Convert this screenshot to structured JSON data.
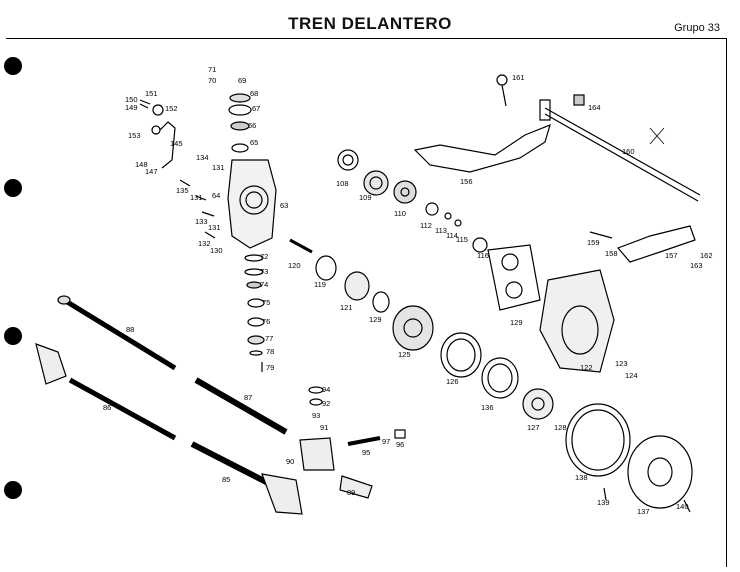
{
  "header": {
    "title": "TREN DELANTERO",
    "group": "Grupo 33"
  },
  "parts": [
    {
      "n": "71"
    },
    {
      "n": "70"
    },
    {
      "n": "69"
    },
    {
      "n": "68"
    },
    {
      "n": "67"
    },
    {
      "n": "66"
    },
    {
      "n": "65"
    },
    {
      "n": "150"
    },
    {
      "n": "151"
    },
    {
      "n": "149"
    },
    {
      "n": "152"
    },
    {
      "n": "153"
    },
    {
      "n": "145"
    },
    {
      "n": "148"
    },
    {
      "n": "147"
    },
    {
      "n": "134"
    },
    {
      "n": "131"
    },
    {
      "n": "135"
    },
    {
      "n": "131"
    },
    {
      "n": "64"
    },
    {
      "n": "133"
    },
    {
      "n": "131"
    },
    {
      "n": "132"
    },
    {
      "n": "130"
    },
    {
      "n": "63"
    },
    {
      "n": "72"
    },
    {
      "n": "73"
    },
    {
      "n": "74"
    },
    {
      "n": "75"
    },
    {
      "n": "76"
    },
    {
      "n": "77"
    },
    {
      "n": "78"
    },
    {
      "n": "79"
    },
    {
      "n": "161"
    },
    {
      "n": "164"
    },
    {
      "n": "160"
    },
    {
      "n": "156"
    },
    {
      "n": "108"
    },
    {
      "n": "109"
    },
    {
      "n": "110"
    },
    {
      "n": "112"
    },
    {
      "n": "113"
    },
    {
      "n": "114"
    },
    {
      "n": "115"
    },
    {
      "n": "116"
    },
    {
      "n": "120"
    },
    {
      "n": "119"
    },
    {
      "n": "121"
    },
    {
      "n": "129"
    },
    {
      "n": "125"
    },
    {
      "n": "129"
    },
    {
      "n": "159"
    },
    {
      "n": "158"
    },
    {
      "n": "157"
    },
    {
      "n": "162"
    },
    {
      "n": "163"
    },
    {
      "n": "88"
    },
    {
      "n": "86"
    },
    {
      "n": "87"
    },
    {
      "n": "126"
    },
    {
      "n": "122"
    },
    {
      "n": "123"
    },
    {
      "n": "124"
    },
    {
      "n": "136"
    },
    {
      "n": "127"
    },
    {
      "n": "128"
    },
    {
      "n": "94"
    },
    {
      "n": "92"
    },
    {
      "n": "93"
    },
    {
      "n": "91"
    },
    {
      "n": "97"
    },
    {
      "n": "96"
    },
    {
      "n": "95"
    },
    {
      "n": "90"
    },
    {
      "n": "85"
    },
    {
      "n": "89"
    },
    {
      "n": "138"
    },
    {
      "n": "139"
    },
    {
      "n": "137"
    },
    {
      "n": "140"
    }
  ],
  "annotation": "X"
}
